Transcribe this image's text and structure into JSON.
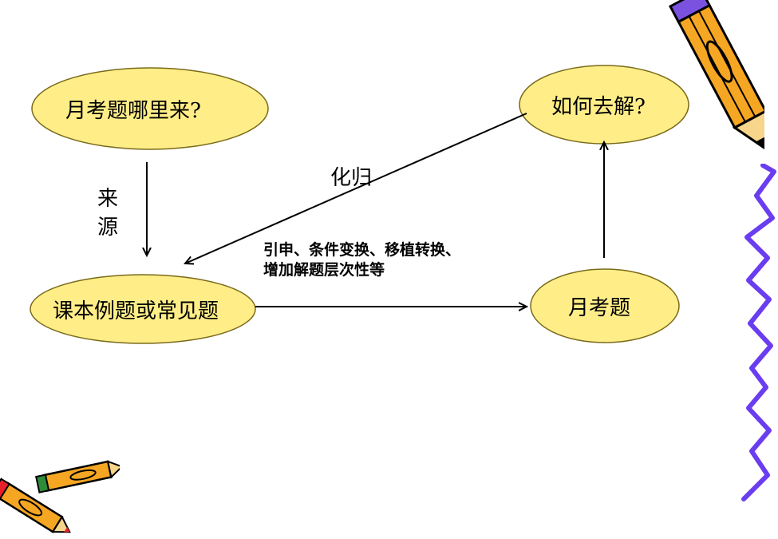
{
  "colors": {
    "node_fill": "#FFEE88",
    "node_stroke": "#7A6A1A",
    "arrow": "#000000",
    "squiggle": "#6A3DF0",
    "pencil_body": "#F5A623",
    "pencil_tip": "#E8202A",
    "pencil_eraser": "#2E8B3A"
  },
  "diagram": {
    "nodes": {
      "where_from": "月考题哪里来?",
      "how_solve": "如何去解?",
      "textbook": "课本例题或常见题",
      "exam": "月考题"
    },
    "edges": {
      "source_label_line1": "来",
      "source_label_line2": "源",
      "reduction_label": "化归",
      "derive_label_line1": "引申、条件变换、移植转换、",
      "derive_label_line2": "增加解题层次性等"
    }
  },
  "decorations": {
    "pencil_top_right": "pencil-icon",
    "pencils_bottom_left": "crossed-pencils-icon",
    "squiggle_right": "squiggle-line"
  }
}
